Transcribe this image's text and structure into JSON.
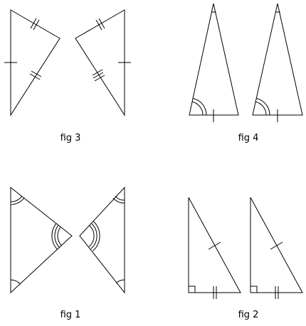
{
  "figures": [
    {
      "id": "fig3",
      "label": "fig 3"
    },
    {
      "id": "fig4",
      "label": "fig 4"
    },
    {
      "id": "fig1",
      "label": "fig 1"
    },
    {
      "id": "fig2",
      "label": "fig 2"
    }
  ],
  "colors": {
    "stroke": "#000000",
    "background": "#ffffff"
  }
}
